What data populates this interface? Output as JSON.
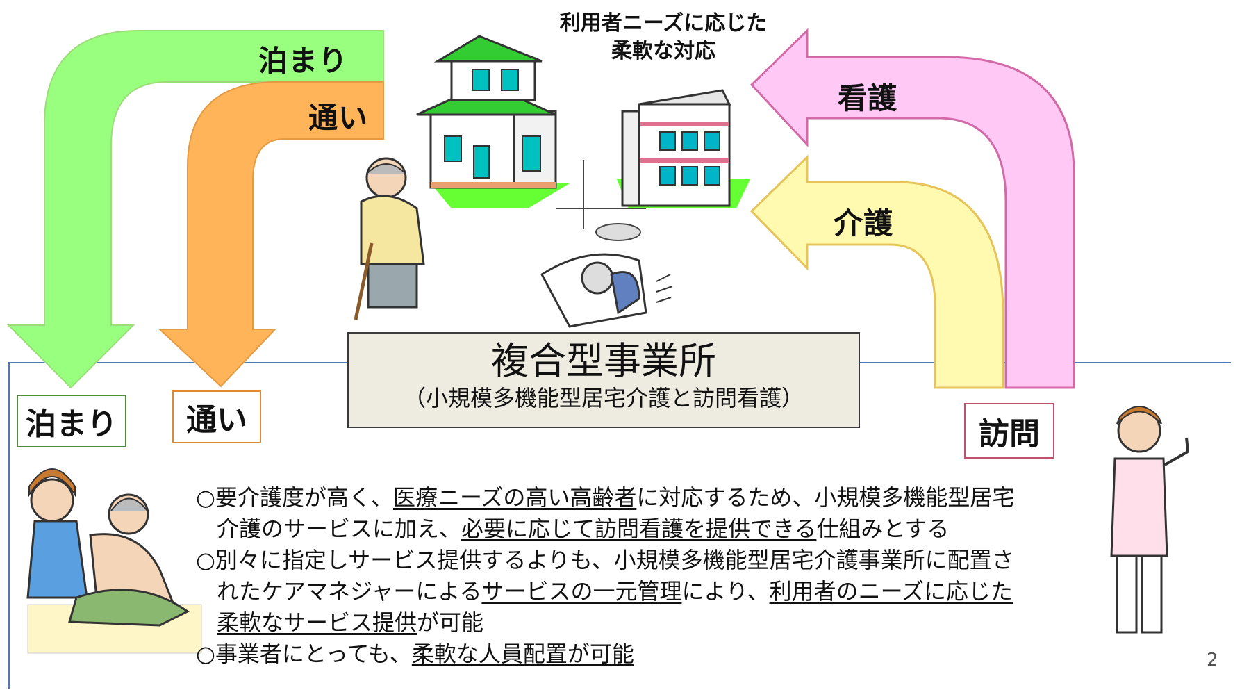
{
  "top_caption": {
    "line1": "利用者ニーズに応じた",
    "line2": "柔軟な対応"
  },
  "arrows": {
    "stay": {
      "label": "泊まり",
      "color": "#99ff7f"
    },
    "day": {
      "label": "通い",
      "color": "#ffb45a"
    },
    "nursing": {
      "label": "看護",
      "color": "#ffc8f5"
    },
    "care": {
      "label": "介護",
      "color": "#fffab0"
    }
  },
  "boxes": {
    "stay": {
      "label": "泊まり",
      "border_color": "#4f8a3c"
    },
    "day": {
      "label": "通い",
      "border_color": "#e08a2e"
    },
    "visit": {
      "label": "訪問",
      "border_color": "#c0506e"
    }
  },
  "center": {
    "title": "複合型事業所",
    "subtitle": "（小規模多機能型居宅介護と訪問看護）"
  },
  "description": {
    "b1_a": "○要介護度が高く、",
    "b1_b": "医療ニーズの高い高齢者",
    "b1_c": "に対応するため、小規模多機能型居宅",
    "b1_d": "介護のサービスに加え、",
    "b1_e": "必要に応じて訪問看護を提供できる",
    "b1_f": "仕組みとする",
    "b2_a": "○別々に指定しサービス提供するよりも、小規模多機能型居宅介護事業所に配置さ",
    "b2_b": "れたケアマネジャーによる",
    "b2_c": "サービスの一元管理",
    "b2_d": "により、",
    "b2_e": "利用者のニーズに応じた",
    "b2_f": "柔軟なサービス提供",
    "b2_g": "が可能",
    "b3_a": "○事業者にとっても、",
    "b3_b": "柔軟な人員配置が可能"
  },
  "page_number": "2",
  "colors": {
    "frame": "#4d78b8",
    "center_box_fill": "#eeece1",
    "house_roof": "#33cc33",
    "building_stripe": "#e07090"
  },
  "icons": [
    "house-icon",
    "apartment-icon",
    "elderly-man-icon",
    "bedridden-patient-icon",
    "caregiver-bathing-icon",
    "nurse-icon"
  ]
}
